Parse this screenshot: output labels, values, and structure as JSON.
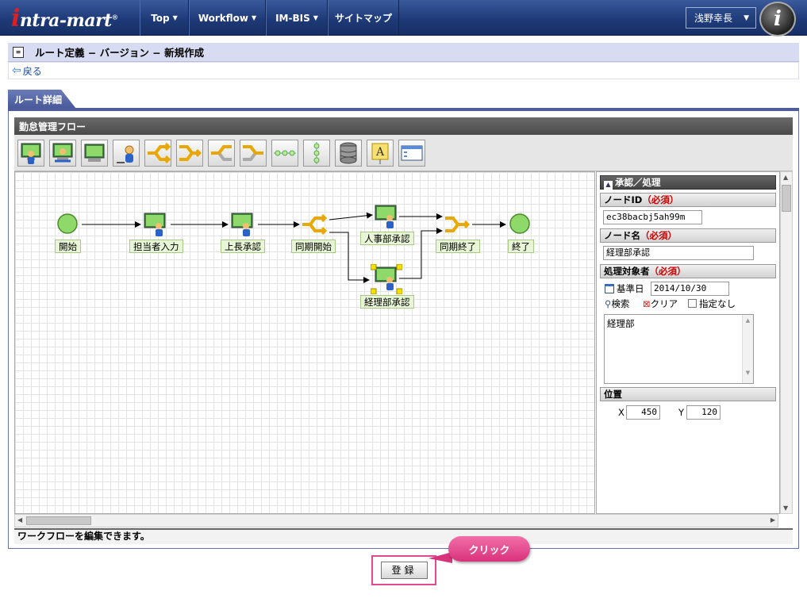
{
  "header": {
    "logo": "intra-mart",
    "nav": [
      "Top",
      "Workflow",
      "IM-BIS",
      "サイトマップ"
    ],
    "user": "浅野幸長"
  },
  "page": {
    "title": "ルート定義 − バージョン − 新規作成",
    "back": "戻る"
  },
  "tab": {
    "label": "ルート詳細"
  },
  "flow": {
    "header": "勤怠管理フロー",
    "status": "ワークフローを編集できます。",
    "nodes": [
      {
        "label": "開始"
      },
      {
        "label": "担当者入力"
      },
      {
        "label": "上長承認"
      },
      {
        "label": "同期開始"
      },
      {
        "label": "人事部承認"
      },
      {
        "label": "経理部承認"
      },
      {
        "label": "同期終了"
      },
      {
        "label": "終了"
      }
    ]
  },
  "props": {
    "section": "承認／処理",
    "node_id_label": "ノードID",
    "required": "（必須）",
    "node_id": "ec38bacbj5ah99m",
    "node_name_label": "ノード名",
    "node_name": "経理部承認",
    "target_label": "処理対象者",
    "base_date_label": "基準日",
    "base_date": "2014/10/30",
    "search": "検索",
    "clear": "クリア",
    "unspecified": "指定なし",
    "target_value": "経理部",
    "position_label": "位置",
    "x_label": "X",
    "x": "450",
    "y_label": "Y",
    "y": "120"
  },
  "actions": {
    "register": "登録",
    "callout": "クリック"
  },
  "colors": {
    "header": "#1f3a78",
    "accent": "#e04a90",
    "node_label_bg": "#e8f5d6"
  }
}
